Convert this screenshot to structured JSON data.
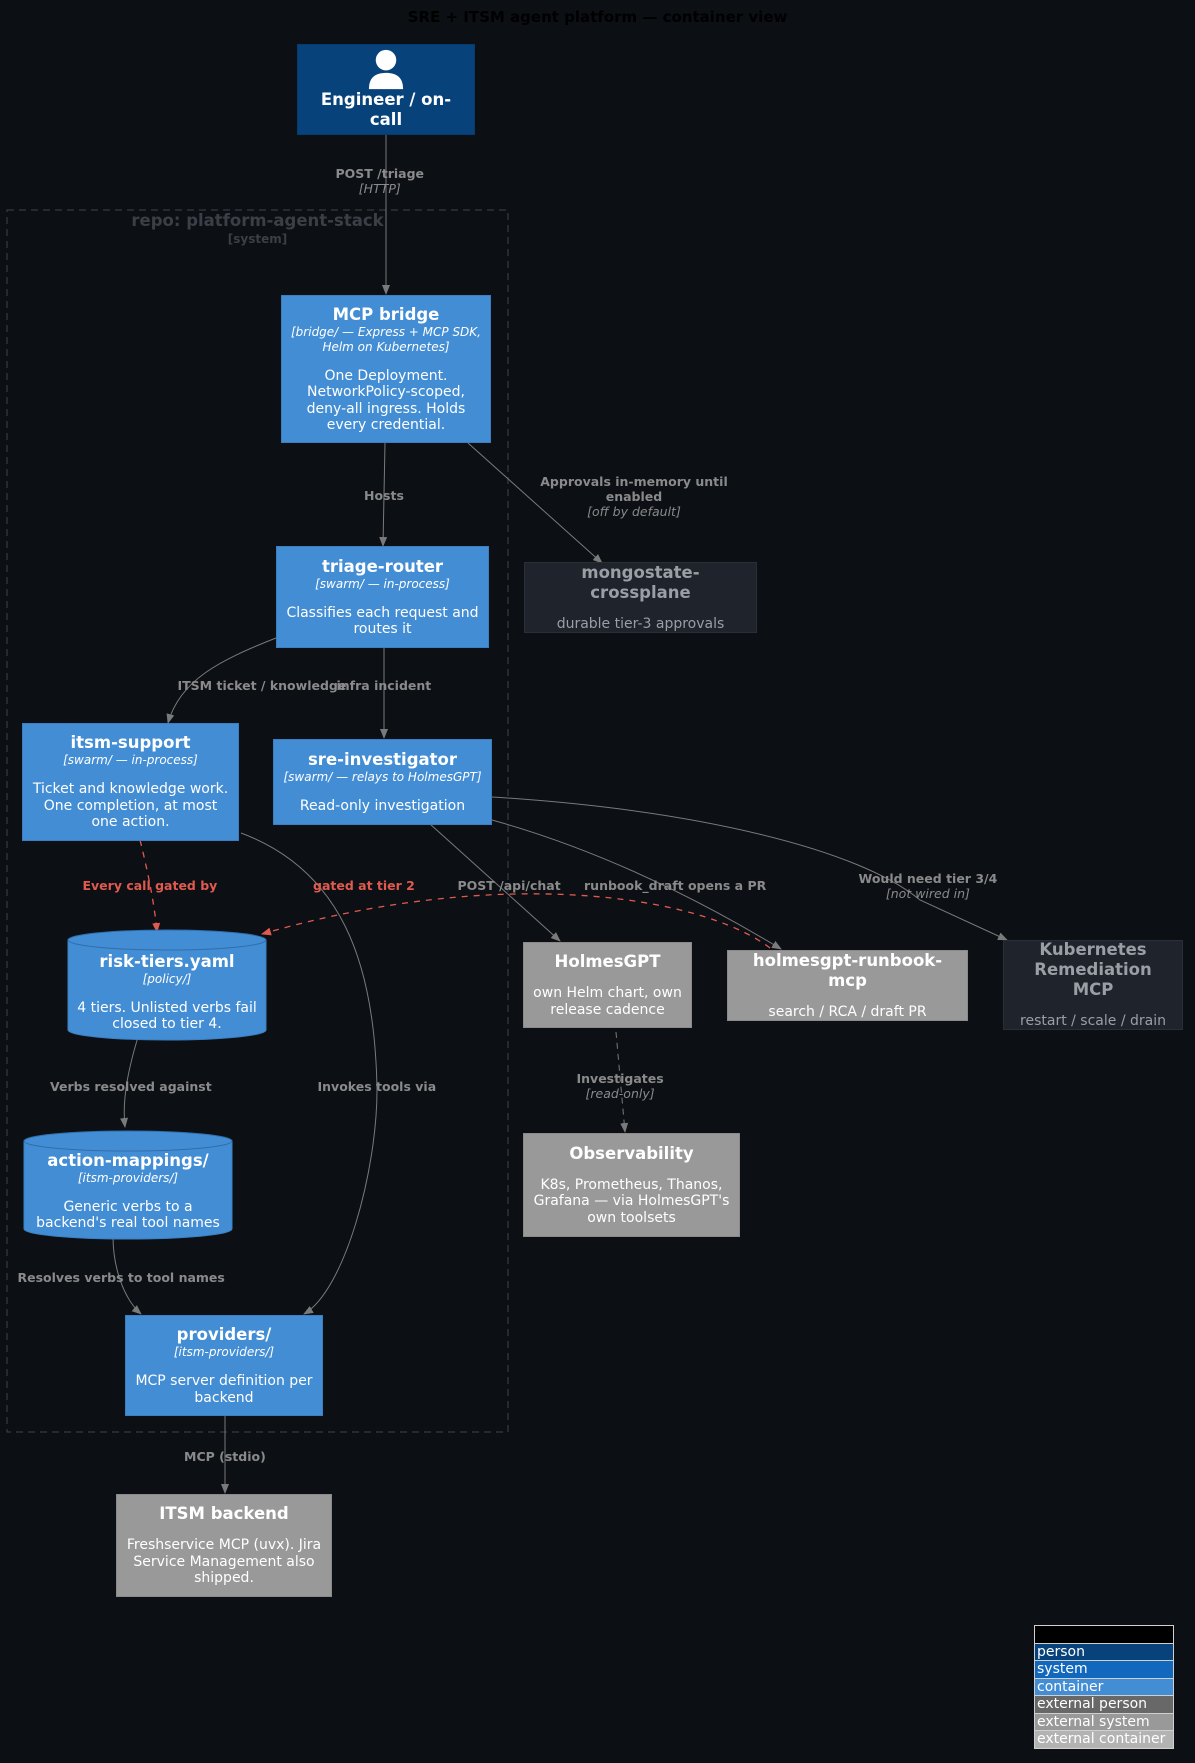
{
  "title": "SRE + ITSM agent platform — container view",
  "boundary": {
    "title": "repo: platform-agent-stack",
    "tag": "[system]"
  },
  "nodes": {
    "engineer": {
      "title": "Engineer / on-call",
      "icon": "person-icon"
    },
    "mcp_bridge": {
      "title": "MCP bridge",
      "tech": "[bridge/ — Express + MCP SDK, Helm on Kubernetes]",
      "desc": "One Deployment. NetworkPolicy-scoped, deny-all ingress. Holds every credential."
    },
    "triage_router": {
      "title": "triage-router",
      "tech": "[swarm/ — in-process]",
      "desc": "Classifies each request and routes it"
    },
    "itsm_support": {
      "title": "itsm-support",
      "tech": "[swarm/ — in-process]",
      "desc": "Ticket and knowledge work. One completion, at most one action."
    },
    "sre_investigator": {
      "title": "sre-investigator",
      "tech": "[swarm/ — relays to HolmesGPT]",
      "desc": "Read-only investigation"
    },
    "risk_tiers": {
      "title": "risk-tiers.yaml",
      "tech": "[policy/]",
      "desc": "4 tiers. Unlisted verbs fail closed to tier 4."
    },
    "action_mappings": {
      "title": "action-mappings/",
      "tech": "[itsm-providers/]",
      "desc": "Generic verbs to a backend's real tool names"
    },
    "providers": {
      "title": "providers/",
      "tech": "[itsm-providers/]",
      "desc": "MCP server definition per backend"
    },
    "mongostate": {
      "title": "mongostate-crossplane",
      "desc": "durable tier-3 approvals"
    },
    "holmesgpt": {
      "title": "HolmesGPT",
      "desc": "own Helm chart, own release cadence"
    },
    "runbook_mcp": {
      "title": "holmesgpt-runbook-mcp",
      "desc": "search / RCA / draft PR"
    },
    "k8s_remediation": {
      "title": "Kubernetes Remediation MCP",
      "desc": "restart / scale / drain"
    },
    "observability": {
      "title": "Observability",
      "desc": "K8s, Prometheus, Thanos, Grafana — via HolmesGPT's own toolsets"
    },
    "itsm_backend": {
      "title": "ITSM backend",
      "desc": "Freshservice MCP (uvx). Jira Service Management also shipped."
    }
  },
  "edges": {
    "post_triage": {
      "label": "POST /triage",
      "tech": "[HTTP]"
    },
    "hosts": {
      "label": "Hosts"
    },
    "approvals": {
      "label": "Approvals in-memory until enabled",
      "tech": "[off by default]"
    },
    "itsm_ticket": {
      "label": "ITSM ticket / knowledge"
    },
    "infra_incident": {
      "label": "infra incident"
    },
    "every_call": {
      "label": "Every call gated by"
    },
    "gated_tier2": {
      "label": "gated at tier 2"
    },
    "post_api_chat": {
      "label": "POST /api/chat"
    },
    "runbook_draft": {
      "label": "runbook_draft opens a PR"
    },
    "would_need": {
      "label": "Would need tier 3/4",
      "tech": "[not wired in]"
    },
    "verbs_resolved": {
      "label": "Verbs resolved against"
    },
    "invokes_tools": {
      "label": "Invokes tools via"
    },
    "investigates": {
      "label": "Investigates",
      "tech": "[read-only]"
    },
    "resolves_verbs": {
      "label": "Resolves verbs to tool names"
    },
    "mcp_stdio": {
      "label": "MCP (stdio)"
    }
  },
  "legend": {
    "title": "Legend",
    "items": [
      {
        "label": "person",
        "color": "#08427b"
      },
      {
        "label": "system",
        "color": "#1168bd"
      },
      {
        "label": "container",
        "color": "#438dd5"
      },
      {
        "label": "external person",
        "color": "#686868"
      },
      {
        "label": "external system",
        "color": "#999999"
      },
      {
        "label": "external container",
        "color": "#b3b3b3"
      }
    ]
  },
  "colors": {
    "background": "#0c0f14",
    "container": "#438dd5",
    "person": "#08427b",
    "external": "#999999",
    "edge": "#7a7a7a",
    "gated_edge": "#e05a4f"
  }
}
